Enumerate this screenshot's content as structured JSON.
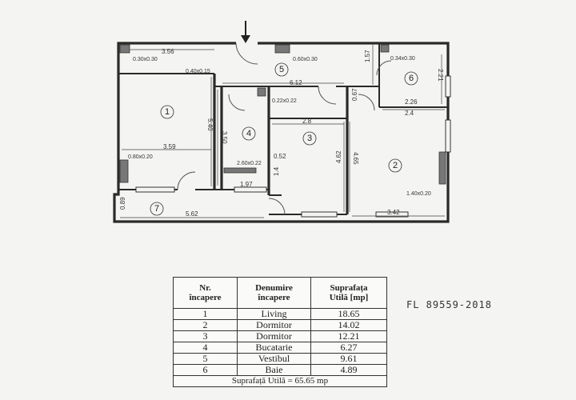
{
  "floorplan": {
    "room_numbers": [
      "1",
      "2",
      "3",
      "4",
      "5",
      "6",
      "7"
    ],
    "dimensions": {
      "d_356": "3.56",
      "d_612": "6.12",
      "d_157": "1.57",
      "d_221": "2.21",
      "d_226": "2.26",
      "d_24": "2.4",
      "d_540": "5.40",
      "d_350": "3.50",
      "d_28": "2.8",
      "d_359": "3.59",
      "d_062": "0.52",
      "d_14": "1.4",
      "d_197": "1.97",
      "d_462": "4.62",
      "d_465": "4.65",
      "d_562": "5.62",
      "d_342": "3.42",
      "d_089": "0.89",
      "d_067": "0.67"
    },
    "pillars": {
      "p1": "0.30x0.30",
      "p2": "0.40x0.15",
      "p3": "0.60x0.30",
      "p4": "0.34x0.30",
      "p5": "0.22x0.22",
      "p6": "0.80x0.20",
      "p7": "2.60x0.22",
      "p8": "1.40x0.20"
    }
  },
  "table": {
    "headers": [
      "Nr.\nîncapere",
      "Denumire\nîncapere",
      "Suprafața\nUtilă [mp]"
    ],
    "rows": [
      {
        "nr": "1",
        "name": "Living",
        "area": "18.65"
      },
      {
        "nr": "2",
        "name": "Dormitor",
        "area": "14.02"
      },
      {
        "nr": "3",
        "name": "Dormitor",
        "area": "12.21"
      },
      {
        "nr": "4",
        "name": "Bucatarie",
        "area": "6.27"
      },
      {
        "nr": "5",
        "name": "Vestibul",
        "area": "9.61"
      },
      {
        "nr": "6",
        "name": "Baie",
        "area": "4.89"
      }
    ],
    "total": "Suprafață Utilă = 65.65 mp"
  },
  "stamp": "FL 89559-2018"
}
